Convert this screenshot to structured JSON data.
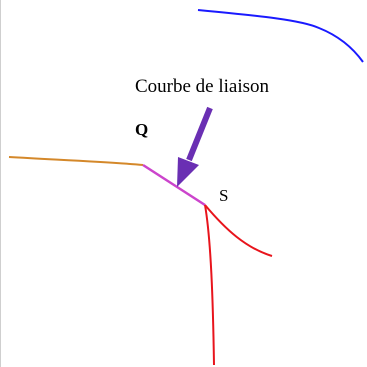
{
  "caption": "Courbe de liaison",
  "points": {
    "q": "Q",
    "s": "S"
  },
  "colors": {
    "blue_curve": "#1a1aff",
    "orange_curve": "#d4882a",
    "linking_segment": "#cc44cc",
    "red_curve": "#e8141c",
    "arrow": "#6a2fb3"
  }
}
